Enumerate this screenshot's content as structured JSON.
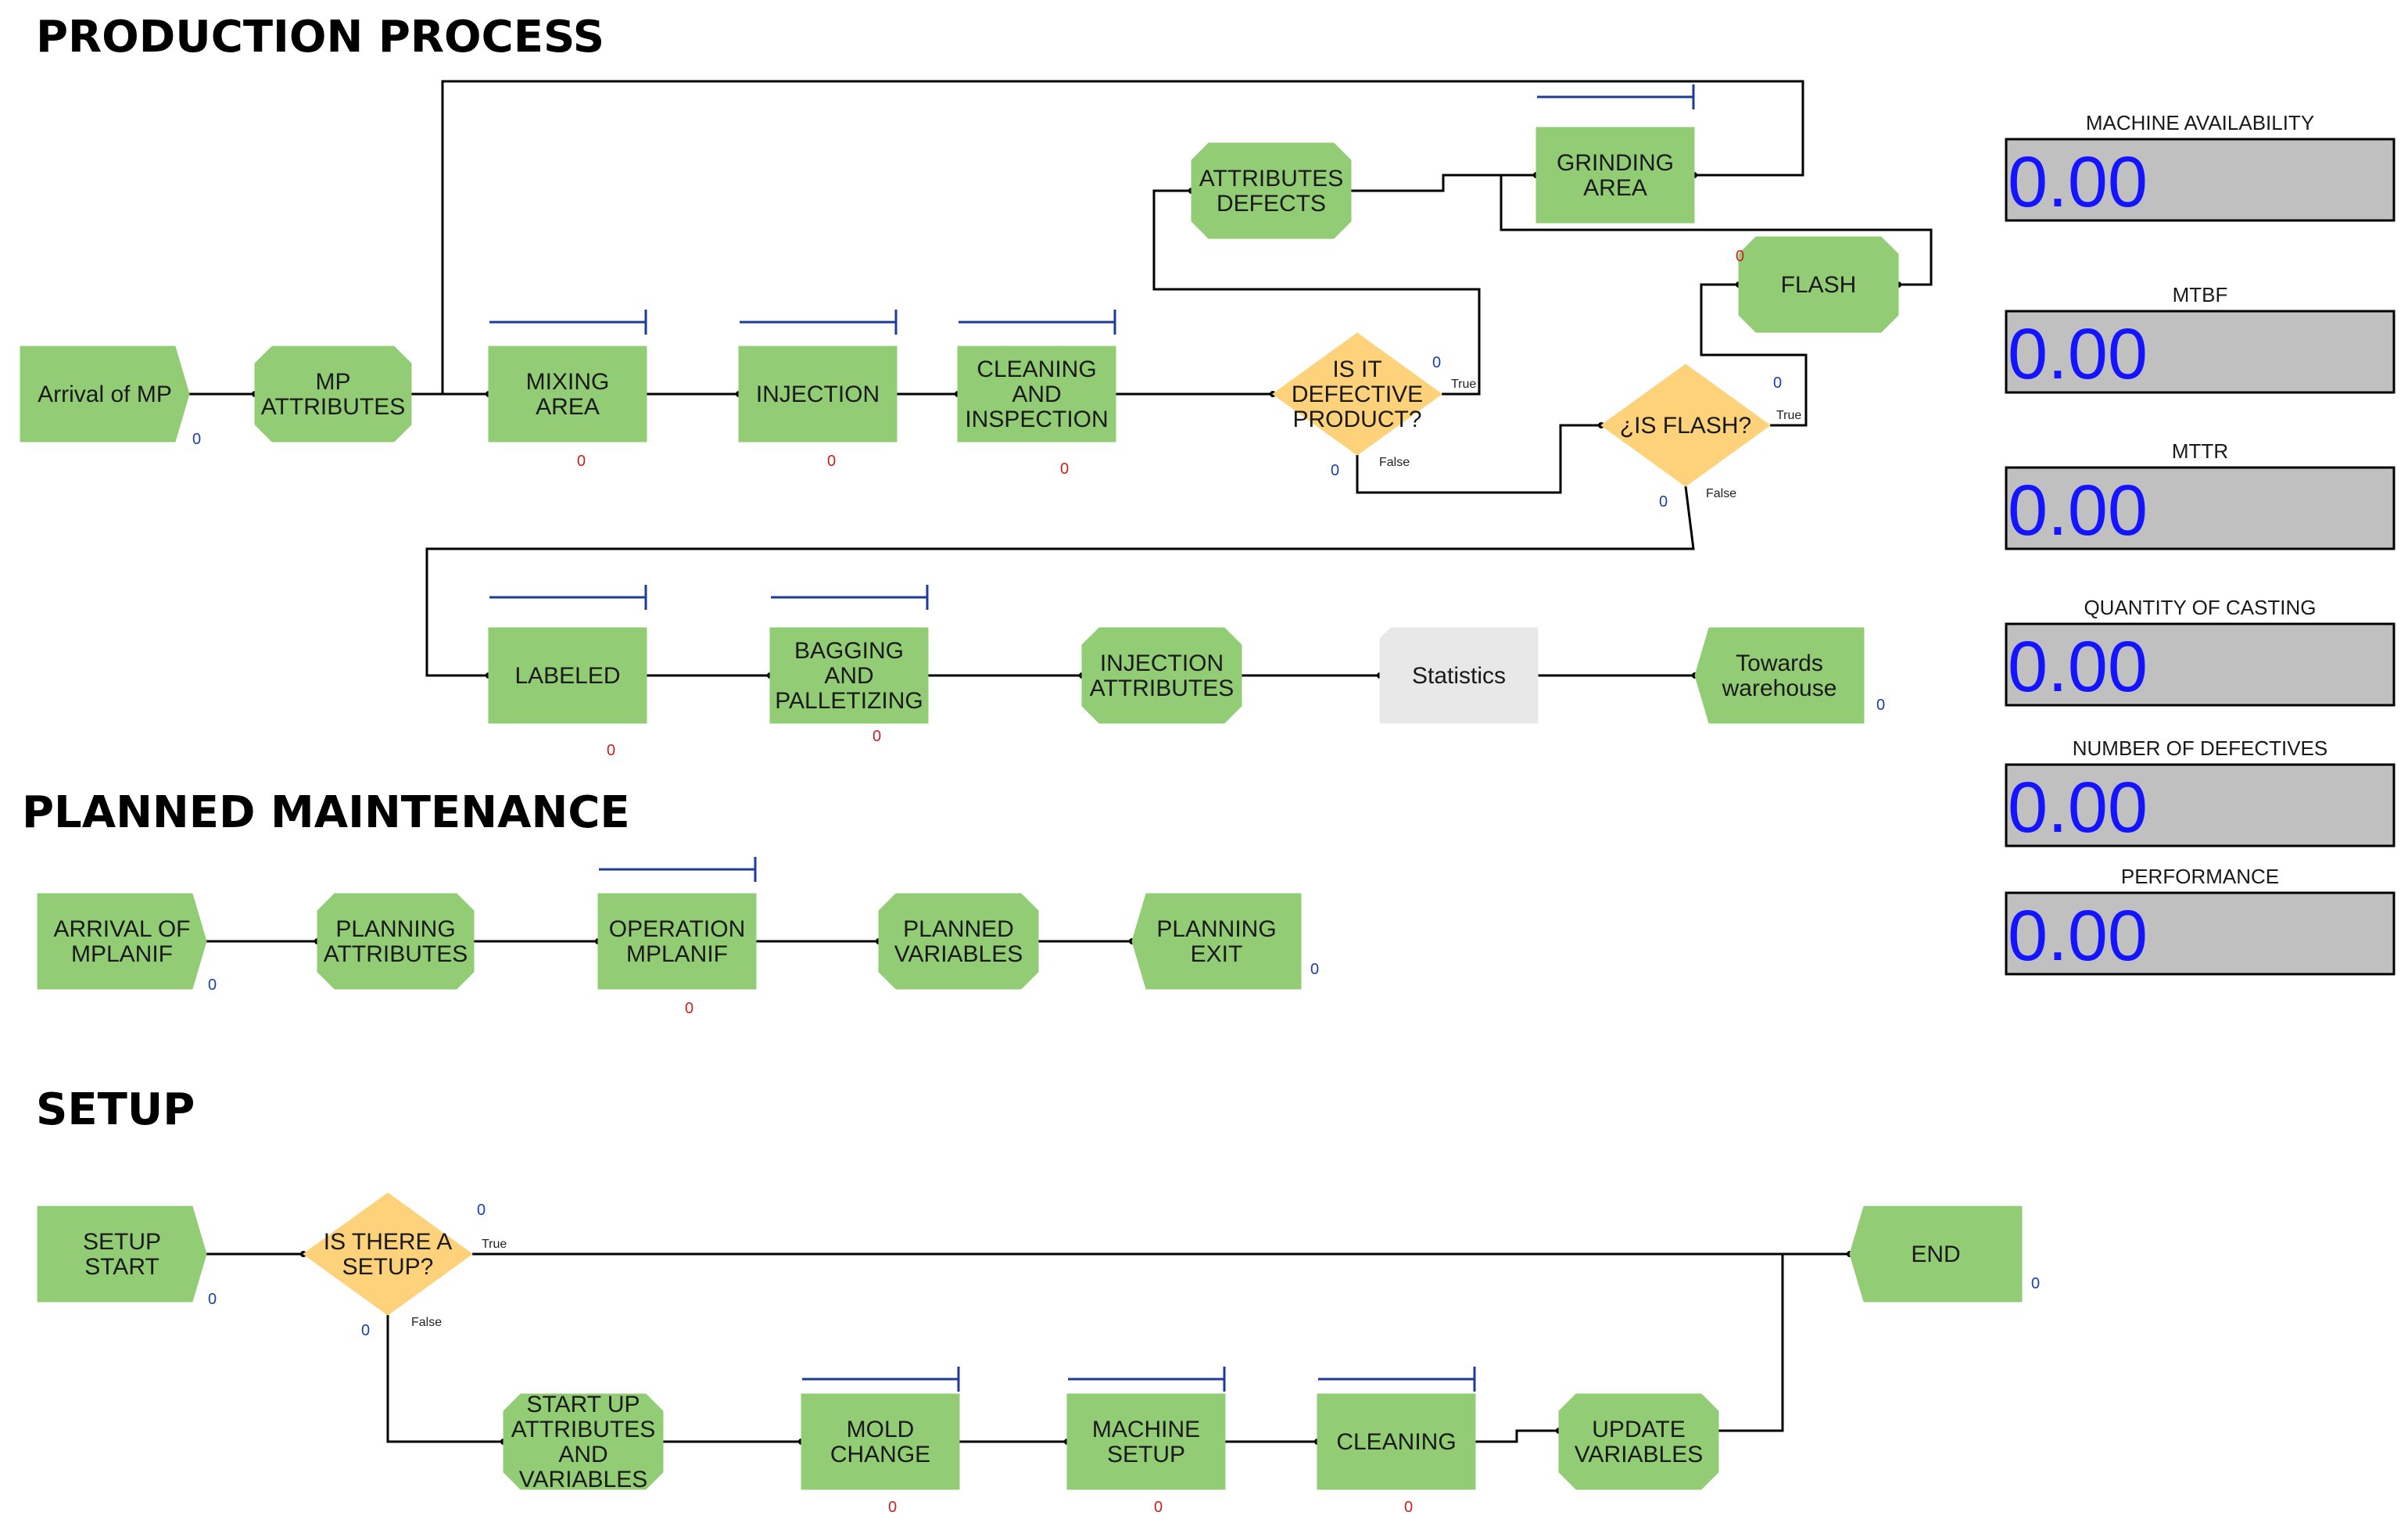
{
  "sections": {
    "production": "PRODUCTION PROCESS",
    "maintenance": "PLANNED MAINTENANCE",
    "setup": "SETUP"
  },
  "colors": {
    "module_fill": "#92cd76",
    "decision_fill": "#fdd27a",
    "statistics_fill": "#e8e8e8",
    "queue_bar": "#1e3a9a",
    "value_box": "#c0c0c0",
    "value_text": "#1414ff"
  },
  "production_nodes": [
    {
      "id": "arrival-of-mp",
      "shape": "create",
      "lines": [
        "Arrival of MP"
      ]
    },
    {
      "id": "mp-attributes",
      "shape": "assign",
      "lines": [
        "MP",
        "ATTRIBUTES"
      ]
    },
    {
      "id": "mixing-area",
      "shape": "process",
      "lines": [
        "MIXING",
        "AREA"
      ]
    },
    {
      "id": "injection",
      "shape": "process",
      "lines": [
        "INJECTION"
      ]
    },
    {
      "id": "cleaning-and-inspection",
      "shape": "process",
      "lines": [
        "CLEANING",
        "AND",
        "INSPECTION"
      ]
    },
    {
      "id": "is-it-defective-product",
      "shape": "decide",
      "lines": [
        "IS IT",
        "DEFECTIVE",
        "PRODUCT?"
      ]
    },
    {
      "id": "attributes-defects",
      "shape": "assign",
      "lines": [
        "ATTRIBUTES",
        "DEFECTS"
      ]
    },
    {
      "id": "grinding-area",
      "shape": "process",
      "lines": [
        "GRINDING",
        "AREA"
      ]
    },
    {
      "id": "flash",
      "shape": "assign",
      "lines": [
        "FLASH"
      ]
    },
    {
      "id": "is-flash",
      "shape": "decide",
      "lines": [
        "¿IS FLASH?"
      ]
    },
    {
      "id": "labeled",
      "shape": "process",
      "lines": [
        "LABELED"
      ]
    },
    {
      "id": "bagging-and-palletizing",
      "shape": "process",
      "lines": [
        "BAGGING",
        "AND",
        "PALLETIZING"
      ]
    },
    {
      "id": "injection-attributes",
      "shape": "assign",
      "lines": [
        "INJECTION",
        "ATTRIBUTES"
      ]
    },
    {
      "id": "statistics",
      "shape": "record",
      "lines": [
        "Statistics"
      ]
    },
    {
      "id": "towards-warehouse",
      "shape": "dispose",
      "lines": [
        "Towards",
        "warehouse"
      ]
    }
  ],
  "maintenance_nodes": [
    {
      "id": "arrival-of-mplanif",
      "shape": "create",
      "lines": [
        "ARRIVAL OF",
        "MPLANIF"
      ]
    },
    {
      "id": "planning-attributes",
      "shape": "assign",
      "lines": [
        "PLANNING",
        "ATTRIBUTES"
      ]
    },
    {
      "id": "operation-mplanif",
      "shape": "process",
      "lines": [
        "OPERATION",
        "MPLANIF"
      ]
    },
    {
      "id": "planned-variables",
      "shape": "assign",
      "lines": [
        "PLANNED",
        "VARIABLES"
      ]
    },
    {
      "id": "planning-exit",
      "shape": "dispose",
      "lines": [
        "PLANNING",
        "EXIT"
      ]
    }
  ],
  "setup_nodes": [
    {
      "id": "setup-start",
      "shape": "create",
      "lines": [
        "SETUP",
        "START"
      ]
    },
    {
      "id": "is-there-a-setup",
      "shape": "decide",
      "lines": [
        "IS THERE A",
        "SETUP?"
      ]
    },
    {
      "id": "end",
      "shape": "dispose",
      "lines": [
        "END"
      ]
    },
    {
      "id": "start-up-attributes-and-variables",
      "shape": "assign",
      "lines": [
        "START UP",
        "ATTRIBUTES",
        "AND",
        "VARIABLES"
      ]
    },
    {
      "id": "mold-change",
      "shape": "process",
      "lines": [
        "MOLD",
        "CHANGE"
      ]
    },
    {
      "id": "machine-setup",
      "shape": "process",
      "lines": [
        "MACHINE",
        "SETUP"
      ]
    },
    {
      "id": "cleaning",
      "shape": "process",
      "lines": [
        "CLEANING"
      ]
    },
    {
      "id": "update-variables",
      "shape": "assign",
      "lines": [
        "UPDATE",
        "VARIABLES"
      ]
    }
  ],
  "branch_labels": {
    "true": "True",
    "false": "False"
  },
  "counter_value": "0",
  "variables": [
    {
      "label": "MACHINE AVAILABILITY",
      "value": "0.00"
    },
    {
      "label": "MTBF",
      "value": "0.00"
    },
    {
      "label": "MTTR",
      "value": "0.00"
    },
    {
      "label": "QUANTITY OF CASTING",
      "value": "0.00"
    },
    {
      "label": "NUMBER OF DEFECTIVES",
      "value": "0.00"
    },
    {
      "label": "PERFORMANCE",
      "value": "0.00"
    }
  ]
}
